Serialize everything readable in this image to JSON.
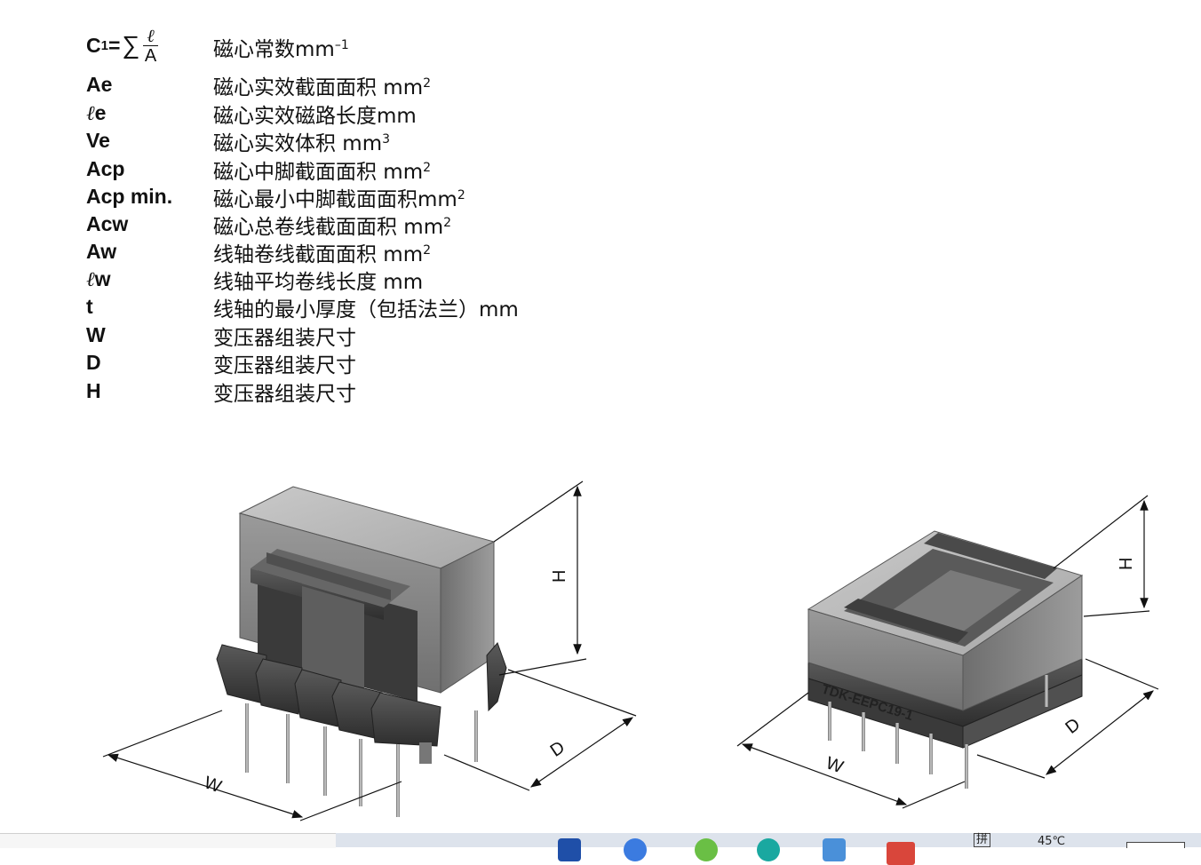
{
  "legend": {
    "formula": {
      "c": "C",
      "sub": "1",
      "eq": "=",
      "sigma": "∑",
      "num": "ℓ",
      "den": "A",
      "desc": "磁心常数mm",
      "desc_sup": "–1"
    },
    "rows": [
      {
        "sym": "Ae",
        "desc": "磁心实效截面面积 mm",
        "sup": "2"
      },
      {
        "sym_ell": "ℓ",
        "sym": "e",
        "desc": "磁心实效磁路长度mm",
        "sup": ""
      },
      {
        "sym": "Ve",
        "desc": "磁心实效体积 mm",
        "sup": "3"
      },
      {
        "sym": "Acp",
        "desc": "磁心中脚截面面积 mm",
        "sup": "2"
      },
      {
        "sym": "Acp min.",
        "desc": "磁心最小中脚截面面积mm",
        "sup": "2"
      },
      {
        "sym": "Acw",
        "desc": "磁心总卷线截面面积 mm",
        "sup": "2"
      },
      {
        "sym": "Aw",
        "desc": "线轴卷线截面面积 mm",
        "sup": "2"
      },
      {
        "sym_ell": "ℓ",
        "sym": "w",
        "desc": "线轴平均卷线长度 mm",
        "sup": ""
      },
      {
        "sym": "t",
        "desc": "线轴的最小厚度（包括法兰）mm",
        "sup": ""
      },
      {
        "sym": "W",
        "desc": "变压器组装尺寸",
        "sup": ""
      },
      {
        "sym": "D",
        "desc": "变压器组装尺寸",
        "sup": ""
      },
      {
        "sym": "H",
        "desc": "变压器组装尺寸",
        "sup": ""
      }
    ]
  },
  "figures": {
    "left": {
      "w": "W",
      "d": "D",
      "h": "H"
    },
    "right": {
      "w": "W",
      "d": "D",
      "h": "H",
      "marking": "TDK-EEPC19-1"
    }
  },
  "taskbar": {
    "ime": "拼",
    "temp": "45℃"
  },
  "colors": {
    "core": "#8a8a8a",
    "core_dark": "#4a4a4a",
    "core_light": "#b5b5b5",
    "pin": "#9a9a9a",
    "taskbar": "#dde3ec"
  }
}
